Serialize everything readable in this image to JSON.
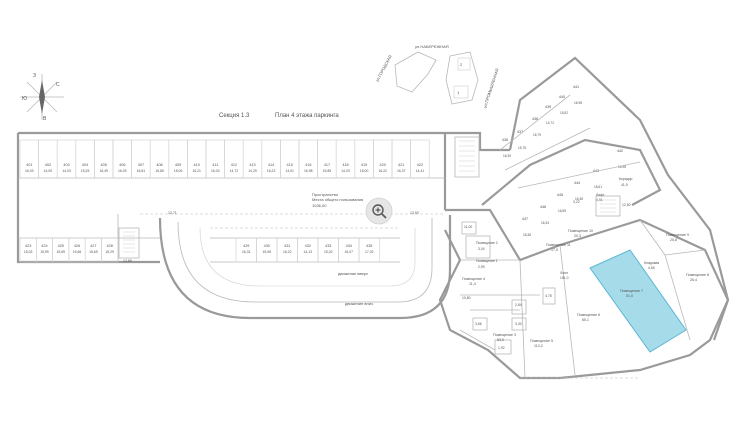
{
  "header": {
    "section": "Секция 1.3",
    "plan": "План 4 этажа паркинга"
  },
  "compass": {
    "n": "З",
    "s": "В",
    "e": "С",
    "w": "Ю"
  },
  "street_labels": [
    {
      "id": "s1",
      "text": "ул.НАБЕРЕЖНАЯ"
    },
    {
      "id": "s2",
      "text": "ул.ПРОМЫШЛЕННАЯ"
    },
    {
      "id": "s3",
      "text": "ул.ГОРОДСКАЯ"
    },
    {
      "id": "s4",
      "text": "2"
    },
    {
      "id": "s5",
      "text": "1"
    }
  ],
  "ramp_labels": {
    "up": "движение вверх",
    "down": "движение вниз"
  },
  "common_area": {
    "title": "Пространство",
    "subtitle": "Места общего пользования",
    "area": "1036,00"
  },
  "parking_top": [
    {
      "n": "401",
      "a": "16,03"
    },
    {
      "n": "402",
      "a": "14,00"
    },
    {
      "n": "403",
      "a": "14,03"
    },
    {
      "n": "404",
      "a": "15,25"
    },
    {
      "n": "405",
      "a": "16,49"
    },
    {
      "n": "406",
      "a": "16,03"
    },
    {
      "n": "407",
      "a": "16,81"
    },
    {
      "n": "408",
      "a": "15,85"
    },
    {
      "n": "409",
      "a": "15,06"
    },
    {
      "n": "410",
      "a": "16,21"
    },
    {
      "n": "411",
      "a": "16,03"
    },
    {
      "n": "412",
      "a": "14,72"
    },
    {
      "n": "413",
      "a": "14,29"
    },
    {
      "n": "414",
      "a": "16,23"
    },
    {
      "n": "415",
      "a": "14,01"
    },
    {
      "n": "416",
      "a": "16,98"
    },
    {
      "n": "417",
      "a": "15,85"
    },
    {
      "n": "418",
      "a": "14,03"
    },
    {
      "n": "419",
      "a": "16,00"
    },
    {
      "n": "420",
      "a": "16,22"
    },
    {
      "n": "421",
      "a": "16,37"
    },
    {
      "n": "422",
      "a": "14,41"
    }
  ],
  "parking_left_bottom": [
    {
      "n": "423",
      "a": "15,03"
    },
    {
      "n": "424",
      "a": "15,99"
    },
    {
      "n": "425",
      "a": "15,69"
    },
    {
      "n": "426",
      "a": "15,66"
    },
    {
      "n": "427",
      "a": "15,69"
    },
    {
      "n": "428",
      "a": "18,29"
    }
  ],
  "parking_mid_bottom": [
    {
      "n": "429",
      "a": "16,31"
    },
    {
      "n": "430",
      "a": "15,08"
    },
    {
      "n": "431",
      "a": "16,22"
    },
    {
      "n": "432",
      "a": "14,13"
    },
    {
      "n": "433",
      "a": "15,02"
    },
    {
      "n": "434",
      "a": "16,07"
    },
    {
      "n": "435",
      "a": "17,02"
    }
  ],
  "parking_wing": [
    {
      "n": "436",
      "a": "16,39"
    },
    {
      "n": "437",
      "a": "15,78"
    },
    {
      "n": "438",
      "a": "16,79"
    },
    {
      "n": "439",
      "a": "14,72"
    },
    {
      "n": "440",
      "a": "15,52"
    },
    {
      "n": "441",
      "a": "16,98"
    },
    {
      "n": "442",
      "a": "16,98"
    },
    {
      "n": "443",
      "a": "18,61"
    },
    {
      "n": "444",
      "a": "16,38"
    },
    {
      "n": "445",
      "a": "16,55"
    },
    {
      "n": "446",
      "a": "16,34"
    },
    {
      "n": "447",
      "a": "18,38"
    }
  ],
  "small_labels": [
    "12,71",
    "13,93",
    "12,89",
    "11,00",
    "10,80",
    "12,50",
    "2,84",
    "3,30",
    "3,66",
    "4,78",
    "1,92",
    "3,22"
  ],
  "rooms": [
    {
      "id": "r1",
      "label": "Помещение 11",
      "area": "17,0"
    },
    {
      "id": "r2",
      "label": "Помещение 10",
      "area": "20,3"
    },
    {
      "id": "r3",
      "label": "Помещение 9",
      "area": "25,8"
    },
    {
      "id": "r4",
      "label": "Помещение 8",
      "area": "26,4"
    },
    {
      "id": "r5",
      "label": "Помещение 7",
      "area": "51,0"
    },
    {
      "id": "r6",
      "label": "Помещение 6",
      "area": "65,1"
    },
    {
      "id": "r7",
      "label": "Помещение 5",
      "area": "113,2"
    },
    {
      "id": "r8",
      "label": "Помещение 4",
      "area": "11,4"
    },
    {
      "id": "r9",
      "label": "Помещение 3",
      "area": "53,0"
    },
    {
      "id": "r10",
      "label": "Помещение 2",
      "area": "3,04"
    },
    {
      "id": "r11",
      "label": "Помещение 1",
      "area": "2,90"
    },
    {
      "id": "r12",
      "label": "Кладовая",
      "area": "4,65"
    },
    {
      "id": "r13",
      "label": "Холл",
      "area": "101,0"
    },
    {
      "id": "r14",
      "label": "Лифт",
      "area": "4,51"
    },
    {
      "id": "r15",
      "label": "Коридор",
      "area": "41,9"
    }
  ],
  "colors": {
    "highlight": "#a6dbea",
    "highlight_border": "#5ab7d4",
    "wall": "#9a9a9a"
  },
  "controls": {
    "zoom_icon": "zoom-in-icon"
  }
}
